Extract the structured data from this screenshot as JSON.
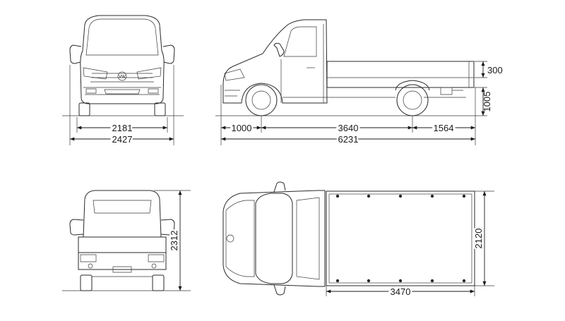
{
  "dimensions": {
    "front_track": "2181",
    "front_width": "2427",
    "front_overhang": "1000",
    "wheelbase": "3640",
    "rear_overhang": "1564",
    "overall_length": "6231",
    "bed_side_height": "300",
    "bed_floor_height": "1005",
    "rear_width": "2312",
    "bed_width": "2120",
    "bed_length": "3470"
  },
  "emblem_text": "VW",
  "colors": {
    "line": "#2a2a2a",
    "ground": "#6a6a6a",
    "background": "#ffffff"
  }
}
